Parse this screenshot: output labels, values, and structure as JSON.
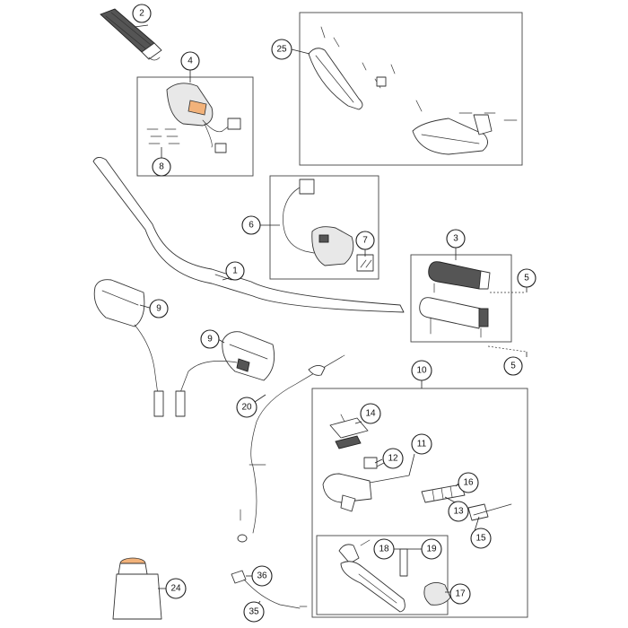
{
  "diagram": {
    "callouts": [
      {
        "id": "c2",
        "label": "2"
      },
      {
        "id": "c4",
        "label": "4"
      },
      {
        "id": "c8",
        "label": "8"
      },
      {
        "id": "c25",
        "label": "25"
      },
      {
        "id": "c6",
        "label": "6"
      },
      {
        "id": "c7",
        "label": "7"
      },
      {
        "id": "c1",
        "label": "1"
      },
      {
        "id": "c3",
        "label": "3"
      },
      {
        "id": "c5a",
        "label": "5"
      },
      {
        "id": "c5b",
        "label": "5"
      },
      {
        "id": "c9a",
        "label": "9"
      },
      {
        "id": "c9b",
        "label": "9"
      },
      {
        "id": "c10",
        "label": "10"
      },
      {
        "id": "c14",
        "label": "14"
      },
      {
        "id": "c11",
        "label": "11"
      },
      {
        "id": "c12",
        "label": "12"
      },
      {
        "id": "c16",
        "label": "16"
      },
      {
        "id": "c13",
        "label": "13"
      },
      {
        "id": "c15",
        "label": "15"
      },
      {
        "id": "c18",
        "label": "18"
      },
      {
        "id": "c19",
        "label": "19"
      },
      {
        "id": "c17",
        "label": "17"
      },
      {
        "id": "c20",
        "label": "20"
      },
      {
        "id": "c24",
        "label": "24"
      },
      {
        "id": "c36",
        "label": "36"
      },
      {
        "id": "c35",
        "label": "35"
      }
    ]
  }
}
